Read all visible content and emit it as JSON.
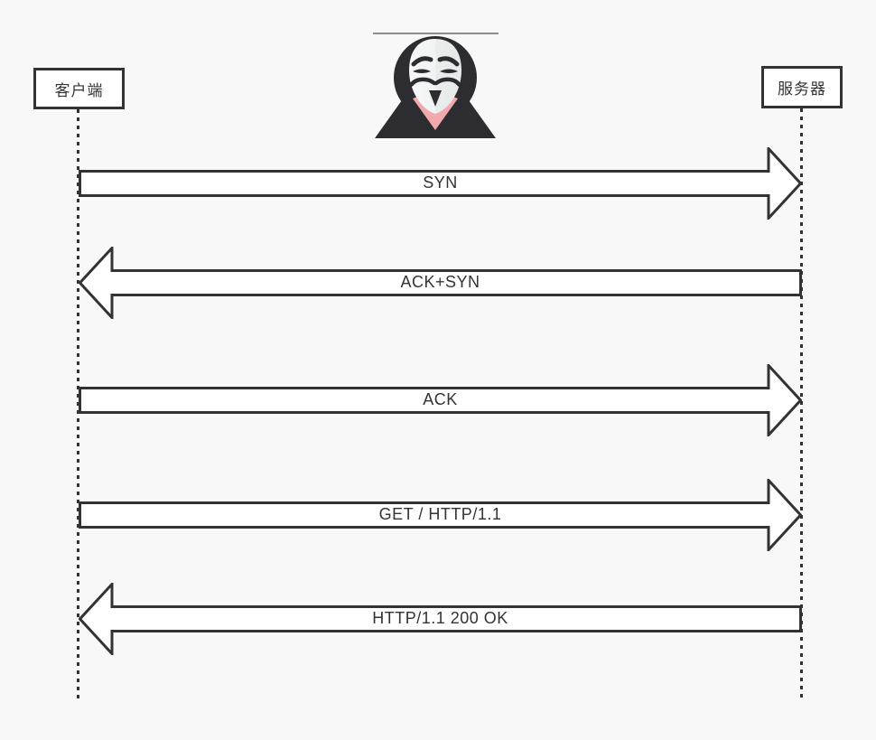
{
  "diagram": {
    "type": "sequence-diagram",
    "topic": "TCP three-way handshake followed by HTTP request/response, with man-in-the-middle attacker icon",
    "background_color": "#f8f8f8",
    "line_color": "#333333",
    "arrow_fill_color": "#ffffff",
    "text_color": "#333333",
    "top_line_color": "#8d8d8d"
  },
  "actors": {
    "client": {
      "label": "客户端"
    },
    "server": {
      "label": "服务器"
    }
  },
  "attacker": {
    "icon": "anonymous-guy-fawkes-mask-icon",
    "hood_color": "#2d2d31",
    "face_color": "#eef0f0",
    "collar_color": "#f1a9ad"
  },
  "messages": [
    {
      "label": "SYN",
      "from": "client",
      "to": "server",
      "direction": "right"
    },
    {
      "label": "ACK+SYN",
      "from": "server",
      "to": "client",
      "direction": "left"
    },
    {
      "label": "ACK",
      "from": "client",
      "to": "server",
      "direction": "right"
    },
    {
      "label": "GET / HTTP/1.1",
      "from": "client",
      "to": "server",
      "direction": "right"
    },
    {
      "label": "HTTP/1.1 200 OK",
      "from": "server",
      "to": "client",
      "direction": "left"
    }
  ]
}
